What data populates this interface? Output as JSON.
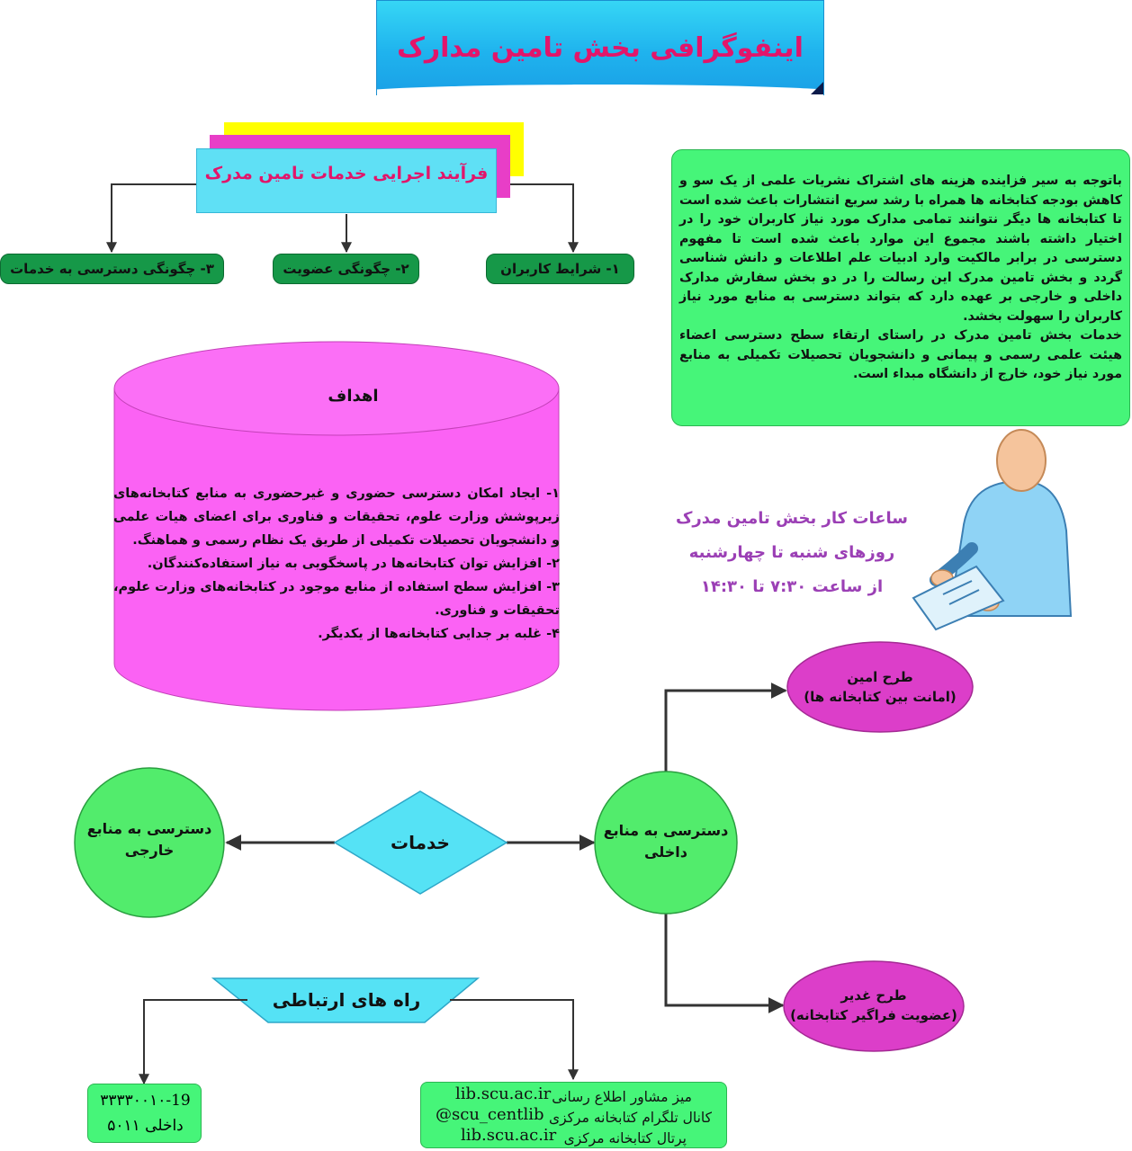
{
  "title": "اینفوگرافی بخش تامین مدارک",
  "process": {
    "title": "فرآیند اجرایی خدمات تامین مدرک",
    "items": [
      "۱- شرایط کاربران",
      "۲- چگونگی عضویت",
      "۳- چگونگی دسترسی به خدمات"
    ]
  },
  "info": {
    "paragraph1": "باتوجه به سیر فزاینده هزینه های اشتراک نشریات علمی از یک سو و کاهش بودجه کتابخانه ها همراه با رشد سریع انتشارات باعث شده است تا کتابخانه ها دیگر نتوانند تمامی مدارک مورد نیاز کاربران خود را در اختیار داشته باشند مجموع این موارد باعث شده است تا مفهوم دسترسی در برابر مالکیت وارد ادبیات علم اطلاعات و دانش شناسی گردد و بخش تامین مدرک این رسالت را در دو بخش سفارش مدارک داخلی و خارجی بر عهده دارد که بتواند دسترسی به منابع مورد نیاز کاربران را سهولت بخشد.",
    "paragraph2": "خدمات بخش تامین مدرک در راستای ارتقاء سطح دسترسی اعضاء هیئت علمی رسمی و پیمانی و دانشجویان تحصیلات تکمیلی به منابع مورد نیاز خود، خارج از دانشگاه مبداء است."
  },
  "goals": {
    "title": "اهداف",
    "items": [
      "۱- ایجاد امکان دسترسی حضوری و غیرحضوری به منابع کتابخانه‌های زیرپوشش وزارت علوم، تحقیقات و فناوری برای اعضای هیات علمی و دانشجویان تحصیلات تکمیلی از طریق یک نظام رسمی و هماهنگ.",
      "۲- افزایش توان کتابخانه‌ها در پاسخگویی به نیاز استفاده‌کنندگان.",
      "۳- افزایش سطح استفاده از منابع موجود در کتابخانه‌های وزارت علوم، تحقیقات و فناوری.",
      "۴- غلبه بر جدایی کتابخانه‌ها از یکدیگر."
    ]
  },
  "hours": {
    "line1": "ساعات کار بخش تامین مدرک",
    "line2": "روزهای شنبه تا چهارشنبه",
    "line3": "از ساعت ۷:۳۰ تا ۱۴:۳۰"
  },
  "services": {
    "center": "خدمات",
    "internal": {
      "line1": "دسترسی به منابع",
      "line2": "داخلی"
    },
    "external": {
      "line1": "دسترسی به منابع",
      "line2": "خارجی"
    },
    "amin": {
      "line1": "طرح امین",
      "line2": "(امانت بین کتابخانه ها)"
    },
    "ghadir": {
      "line1": "طرح غدیر",
      "line2": "(عضویت فراگیر کتابخانه)"
    }
  },
  "contact": {
    "title": "راه های ارتباطی",
    "phone": {
      "line1": "۳۳۳۳۰۰۱۰-19",
      "line2": "داخلی ۵۰۱۱"
    },
    "channels": [
      {
        "label": "میز مشاور اطلاع رسانی",
        "value": "lib.scu.ac.ir"
      },
      {
        "label": "کانال تلگرام کتابخانه مرکزی",
        "value": "@scu_centlib"
      },
      {
        "label": "پرتال کتابخانه مرکزی",
        "value": "lib.scu.ac.ir"
      }
    ]
  },
  "colors": {
    "accent_pink": "#e2156a",
    "green_box": "#46f579",
    "dark_green": "#169848",
    "magenta": "#fb62f4",
    "cyan": "#55e6f5",
    "purple_text": "#9b3fb5"
  }
}
